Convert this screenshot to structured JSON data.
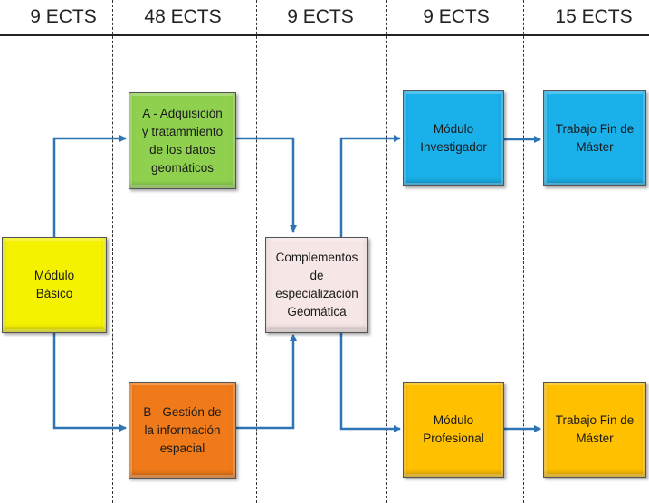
{
  "columns": [
    {
      "label": "9 ECTS"
    },
    {
      "label": "48 ECTS"
    },
    {
      "label": "9 ECTS"
    },
    {
      "label": "9 ECTS"
    },
    {
      "label": "15 ECTS"
    }
  ],
  "boxes": {
    "modulo_basico": {
      "text": "Módulo\nBásico",
      "color": "#f5f200"
    },
    "modulo_a": {
      "text": "A - Adquisición\ny tratammiento\nde los datos\ngeomáticos",
      "color": "#8fd14f"
    },
    "modulo_b": {
      "text": "B - Gestión de\nla información\nespacial",
      "color": "#f07a1a"
    },
    "complementos": {
      "text": "Complementos\nde\nespecialización\nGeomática",
      "color": "#f6e6e6"
    },
    "modulo_investigador": {
      "text": "Módulo\nInvestigador",
      "color": "#1ab0ea"
    },
    "modulo_profesional": {
      "text": "Módulo\nProfesional",
      "color": "#ffc000"
    },
    "tfm_investigador": {
      "text": "Trabajo Fin de\nMáster",
      "color": "#1ab0ea"
    },
    "tfm_profesional": {
      "text": "Trabajo Fin de\nMáster",
      "color": "#ffc000"
    }
  },
  "connector_color": "#2e75b6"
}
